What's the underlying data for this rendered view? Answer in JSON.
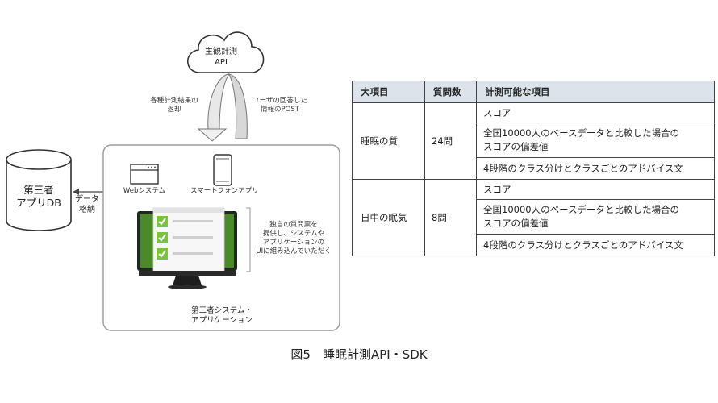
{
  "diagram": {
    "api_cloud": {
      "line1": "主観計測",
      "line2": "API"
    },
    "arrow_left_label": {
      "line1": "各種計測結果の",
      "line2": "返却"
    },
    "arrow_right_label": {
      "line1": "ユーザの回答した",
      "line2": "情報のPOST"
    },
    "database": {
      "line1": "第三者",
      "line2": "アプリDB"
    },
    "store_label": {
      "line1": "データ",
      "line2": "格納"
    },
    "web_system_label": "Webシステム",
    "smartphone_label": "スマートフォンアプリ",
    "side_note": [
      "独自の質問票を",
      "提供し、システムや",
      "アプリケーションの",
      "UIに組み込んでいただく"
    ],
    "system_label": {
      "line1": "第三者システム・",
      "line2": "アプリケーション"
    },
    "check_color": "#7bc142",
    "monitor_screen_color": "#4a8a2a"
  },
  "table": {
    "headers": [
      "大項目",
      "質問数",
      "計測可能な項目"
    ],
    "groups": [
      {
        "category": "睡眠の質",
        "count": "24問",
        "items": [
          "スコア",
          "全国10000人のベースデータと比較した場合の\nスコアの偏差値",
          "4段階のクラス分けとクラスごとのアドバイス文"
        ]
      },
      {
        "category": "日中の眠気",
        "count": "8問",
        "items": [
          "スコア",
          "全国10000人のベースデータと比較した場合の\nスコアの偏差値",
          "4段階のクラス分けとクラスごとのアドバイス文"
        ]
      }
    ]
  },
  "caption": "図5　睡眠計測API・SDK"
}
